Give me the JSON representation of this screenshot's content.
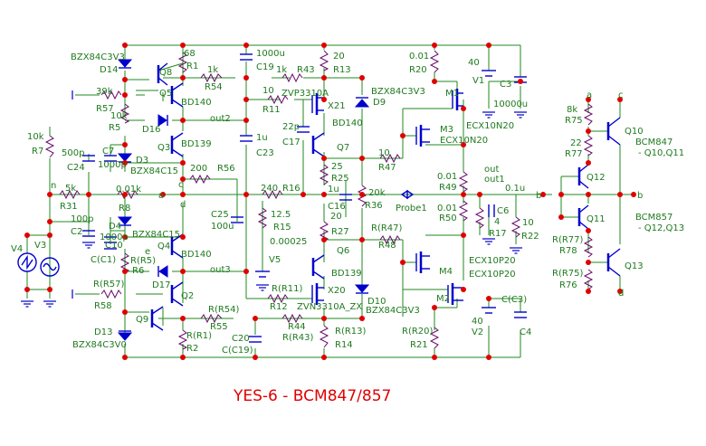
{
  "title": "YES-6 - BCM847/857",
  "labels": {
    "d14": "BZX84C3V3",
    "d14b": "D14",
    "q8": "Q8",
    "r1v": "68",
    "r1": "R1",
    "r54v": "1k",
    "r54": "R54",
    "c19v": "1000u",
    "c19": "C19",
    "r43v": "1k",
    "r43": "R43",
    "r13v": "20",
    "r13": "R13",
    "r20v": "0.01",
    "r20": "R20",
    "v1v": "40",
    "v1": "V1",
    "c3": "C3",
    "r57v": "39k",
    "r57": "R57",
    "q5": "Q5",
    "bd140a": "BD140",
    "r11v": "10",
    "r11": "R11",
    "zvp": "ZVP3310A",
    "x21": "X21",
    "d9": "D9",
    "d9v": "BZX84C3V3",
    "m1": "M1",
    "r5v": "10k",
    "r5": "R5",
    "d16": "D16",
    "out2": "out2",
    "c17v": "22p",
    "c17": "C17",
    "bd140b": "BD140",
    "m3": "M3",
    "ecx1": "ECX10N20",
    "ecx2": "ECX10N20",
    "c3v": "10000u",
    "r7v": "10k",
    "r7": "R7",
    "c24v": "500p",
    "c24": "C24",
    "c7v": "1000p",
    "c7": "C7",
    "d3": "D3",
    "q3": "Q3",
    "bd139a": "BD139",
    "c23v": "1u",
    "c23": "C23",
    "q7": "Q7",
    "r47v": "10",
    "r47": "R47",
    "bzx15": "BZX84C15",
    "r56v": "200",
    "r56": "R56",
    "r25v": "25",
    "r25": "R25",
    "r49v": "0.01",
    "r49": "R49",
    "out": "out",
    "out1": "out1",
    "c6v": "0.1u",
    "n": "n",
    "r31v": "5k",
    "r31": "R31",
    "r8v": "0.01k",
    "r8": "R8",
    "a": "a",
    "c": "c",
    "r16v": "240",
    "r16": "R16",
    "c16v": "1u",
    "c16": "C16",
    "r36v": "20k",
    "r36": "R36",
    "probe": "Probe1",
    "r50v": "0.01",
    "r50": "R50",
    "c6": "C6",
    "r22v": "10",
    "r22": "R22",
    "r17v": "4",
    "r17": "R17",
    "c2v": "100p",
    "c2": "C2",
    "d4": "D4",
    "bzx15b": "BZX84C15",
    "c10v": "1000p",
    "c10": "C10",
    "q4": "Q4",
    "d": "d",
    "r15v": "12.5",
    "r15": "R15",
    "c25": "C25",
    "c25v": "100u",
    "r27v": "20",
    "r27": "R27",
    "r48": "R(R47)",
    "r48b": "R48",
    "cc1": "C(C1)",
    "bd140c": "BD140",
    "rr5": "R(R5)",
    "r6": "R6",
    "e": "e",
    "v5v": "0.00025",
    "v5": "V5",
    "q6": "Q6",
    "m4": "M4",
    "ecxp1": "ECX10P20",
    "v4": "V4",
    "v3": "V3",
    "d17": "D17",
    "out3": "out3",
    "bd139b": "BD139",
    "ecxp2": "ECX10P20",
    "rr57": "R(R57)",
    "q2": "Q2",
    "rr11": "R(R11)",
    "zvn": "ZVN3310A_ZX",
    "x20": "X20",
    "d10": "D10",
    "m2": "M2",
    "cc3": "C(C3)",
    "r58": "R58",
    "r12": "R12",
    "d10v": "BZX84C3V3",
    "rr54": "R(R54)",
    "r44": "R44",
    "v2v": "40",
    "v2": "V2",
    "c4": "C4",
    "q9": "Q9",
    "r55": "R55",
    "rr43": "R(R43)",
    "rr13": "R(R13)",
    "rr20": "R(R20)",
    "r21": "R21",
    "d13": "D13",
    "c20": "C20",
    "rr1": "R(R1)",
    "r2": "R2",
    "r14": "R14",
    "d13v": "BZX84C3V0",
    "cc19": "C(C19)",
    "b": "b",
    "a2": "a",
    "c2n": "c",
    "r75v": "8k",
    "r75": "R75",
    "q10": "Q10",
    "r77v": "22",
    "r77": "R77",
    "q12": "Q12",
    "bcm847": "BCM847",
    "bcm847b": "- Q10,Q11",
    "b2": "b",
    "q11": "Q11",
    "bcm857": "BCM857",
    "bcm857b": "- Q12,Q13",
    "rr77": "R(R77)",
    "r78": "R78",
    "rr75": "R(R75)",
    "r76": "R76",
    "q13": "Q13",
    "d2": "d"
  },
  "colors": {
    "wire": "#1f8a1f",
    "component": "#0000cc",
    "resistor": "#6a0a6a",
    "node": "#e00000",
    "label": "#1f7a1f",
    "title": "#e00000"
  }
}
